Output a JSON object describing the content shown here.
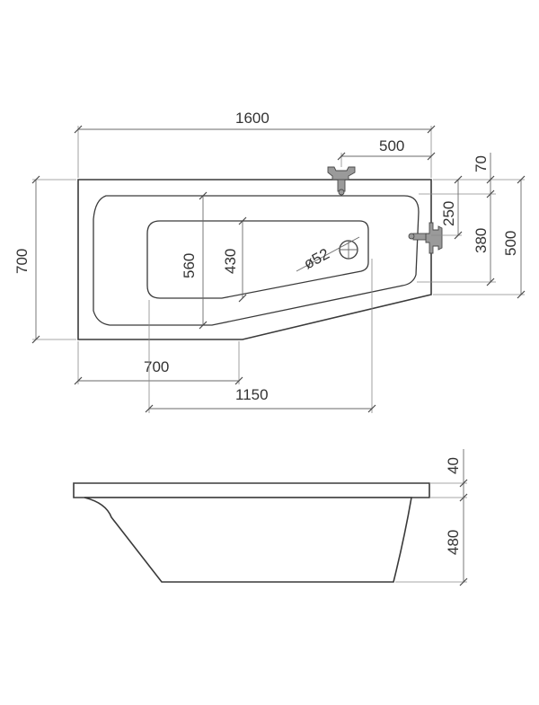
{
  "top_view": {
    "width_total": "1600",
    "tap_offset": "500",
    "rim_small": "70",
    "right_depth_250": "250",
    "right_depth_380": "380",
    "right_depth_500": "500",
    "depth_total": "700",
    "inner_560": "560",
    "inner_430": "430",
    "drain_diameter": "ø52",
    "bottom_700": "700",
    "bottom_1150": "1150"
  },
  "side_view": {
    "rim_height": "40",
    "body_height": "480"
  }
}
